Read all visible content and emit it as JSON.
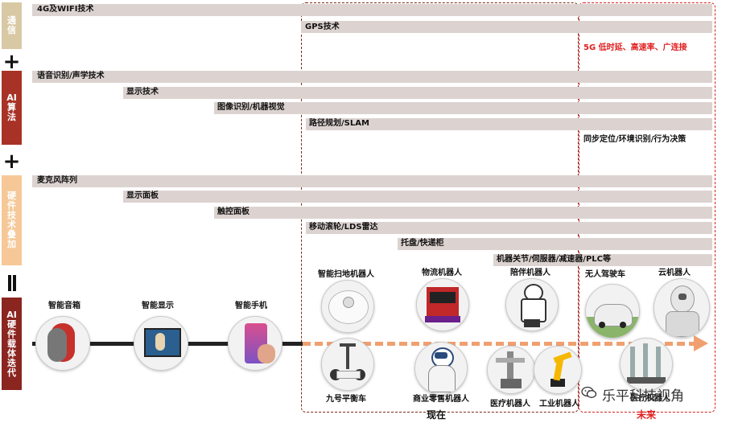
{
  "side_labels": {
    "communication": "通信",
    "ai_algorithm": "AI算法",
    "hardware_tech": "硬件技术叠加",
    "ai_hardware": "AI硬件载体迭代"
  },
  "operators": {
    "plus1": "+",
    "plus2": "+",
    "equals": "="
  },
  "bars": {
    "wifi": "4G及WIFI技术",
    "gps": "GPS技术",
    "g5": "5G 低时延、高速率、广连接",
    "speech": "语音识别/声学技术",
    "display_tech": "显示技术",
    "vision": "图像识别/机器视觉",
    "slam": "路径规划/SLAM",
    "localization": "同步定位/环境识别/行为决策",
    "mic": "麦克风阵列",
    "display_panel": "显示面板",
    "touch": "触控面板",
    "lds": "移动滚轮/LDS雷达",
    "tray": "托盘/快递柜",
    "joints": "机器关节/伺服器/减速器/PLC等"
  },
  "products": {
    "speaker": "智能音箱",
    "smart_display": "智能显示",
    "phone": "智能手机",
    "sweeper": "智能扫地机器人",
    "logistics": "物流机器人",
    "companion": "陪伴机器人",
    "autonomous_car": "无人驾驶车",
    "cloud_robot": "云机器人",
    "balance_car": "九号平衡车",
    "retail_robot": "商业零售机器人",
    "medical_robot": "医疗机器人",
    "industrial_robot": "工业机器人",
    "surgery_robot": "医疗机器人"
  },
  "zones": {
    "now": "现在",
    "future": "未来"
  },
  "watermark": "乐平科技视角",
  "colors": {
    "bar": "#dcd3d0",
    "side": "#d8c9a4",
    "side_red": "#a93226",
    "side_orange": "#f6c898",
    "accent_red": "#e02020",
    "timeline_dash": "#f0a070"
  }
}
